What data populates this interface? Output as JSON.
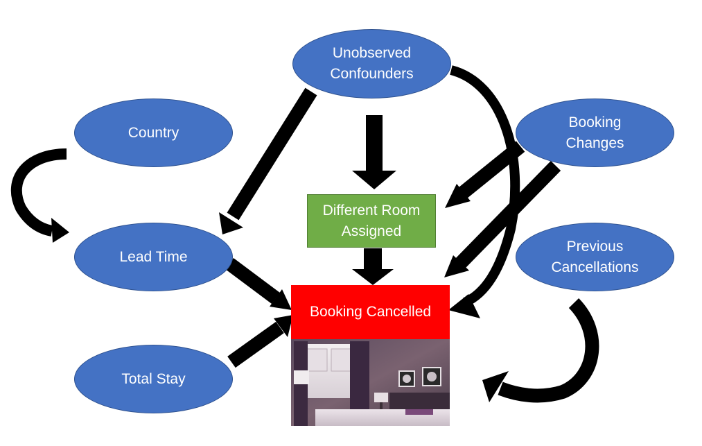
{
  "nodes": {
    "unobserved_confounders": "Unobserved\nConfounders",
    "country": "Country",
    "booking_changes": "Booking\nChanges",
    "different_room_assigned": "Different Room\nAssigned",
    "lead_time": "Lead Time",
    "previous_cancellations": "Previous\nCancellations",
    "booking_cancelled": "Booking Cancelled",
    "total_stay": "Total Stay"
  },
  "image": {
    "name": "hotel-room-photo"
  },
  "colors": {
    "node_fill": "#4472c4",
    "node_border": "#2f528f",
    "treatment_fill": "#70ad47",
    "outcome_fill": "#ff0000",
    "arrow": "#000000",
    "text": "#ffffff"
  }
}
